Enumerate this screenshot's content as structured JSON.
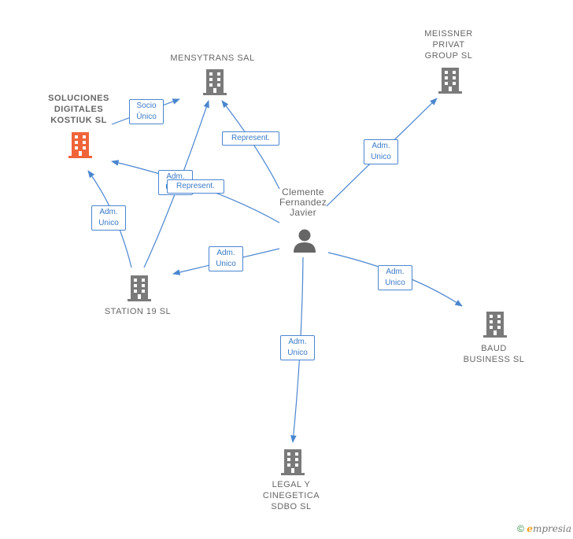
{
  "colors": {
    "edge": "#4a86d0",
    "building": "#7a7a7a",
    "highlight": "#f0643a",
    "person": "#666666"
  },
  "nodes": {
    "mensytrans": {
      "label": "MENSYTRANS SAL",
      "icon": "building-icon"
    },
    "meissner": {
      "label": "MEISSNER\nPRIVAT\nGROUP  SL",
      "icon": "building-icon"
    },
    "soluciones": {
      "label": "SOLUCIONES\nDIGITALES\nKOSTIUK  SL",
      "icon": "building-icon"
    },
    "person": {
      "label": "Clemente\nFernandez\nJavier",
      "icon": "person-icon"
    },
    "station": {
      "label": "STATION 19  SL",
      "icon": "building-icon"
    },
    "baud": {
      "label": "BAUD\nBUSINESS  SL",
      "icon": "building-icon"
    },
    "legal": {
      "label": "LEGAL Y\nCINEGETICA\nSDBO  SL",
      "icon": "building-icon"
    }
  },
  "edges": {
    "e1": "Socio\nÚnico",
    "e2": "Represent.",
    "e3": "Adm.\nUnico",
    "e4": "Represent.",
    "e4b": "Adm.\nUnico",
    "e5": "Adm.\nUnico",
    "e6": "Adm.\nUnico",
    "e7": "Adm.\nUnico",
    "e8": "Adm.\nUnico"
  },
  "footer": {
    "copyright": "©",
    "brand_initial": "e",
    "brand_rest": "mpresia"
  }
}
